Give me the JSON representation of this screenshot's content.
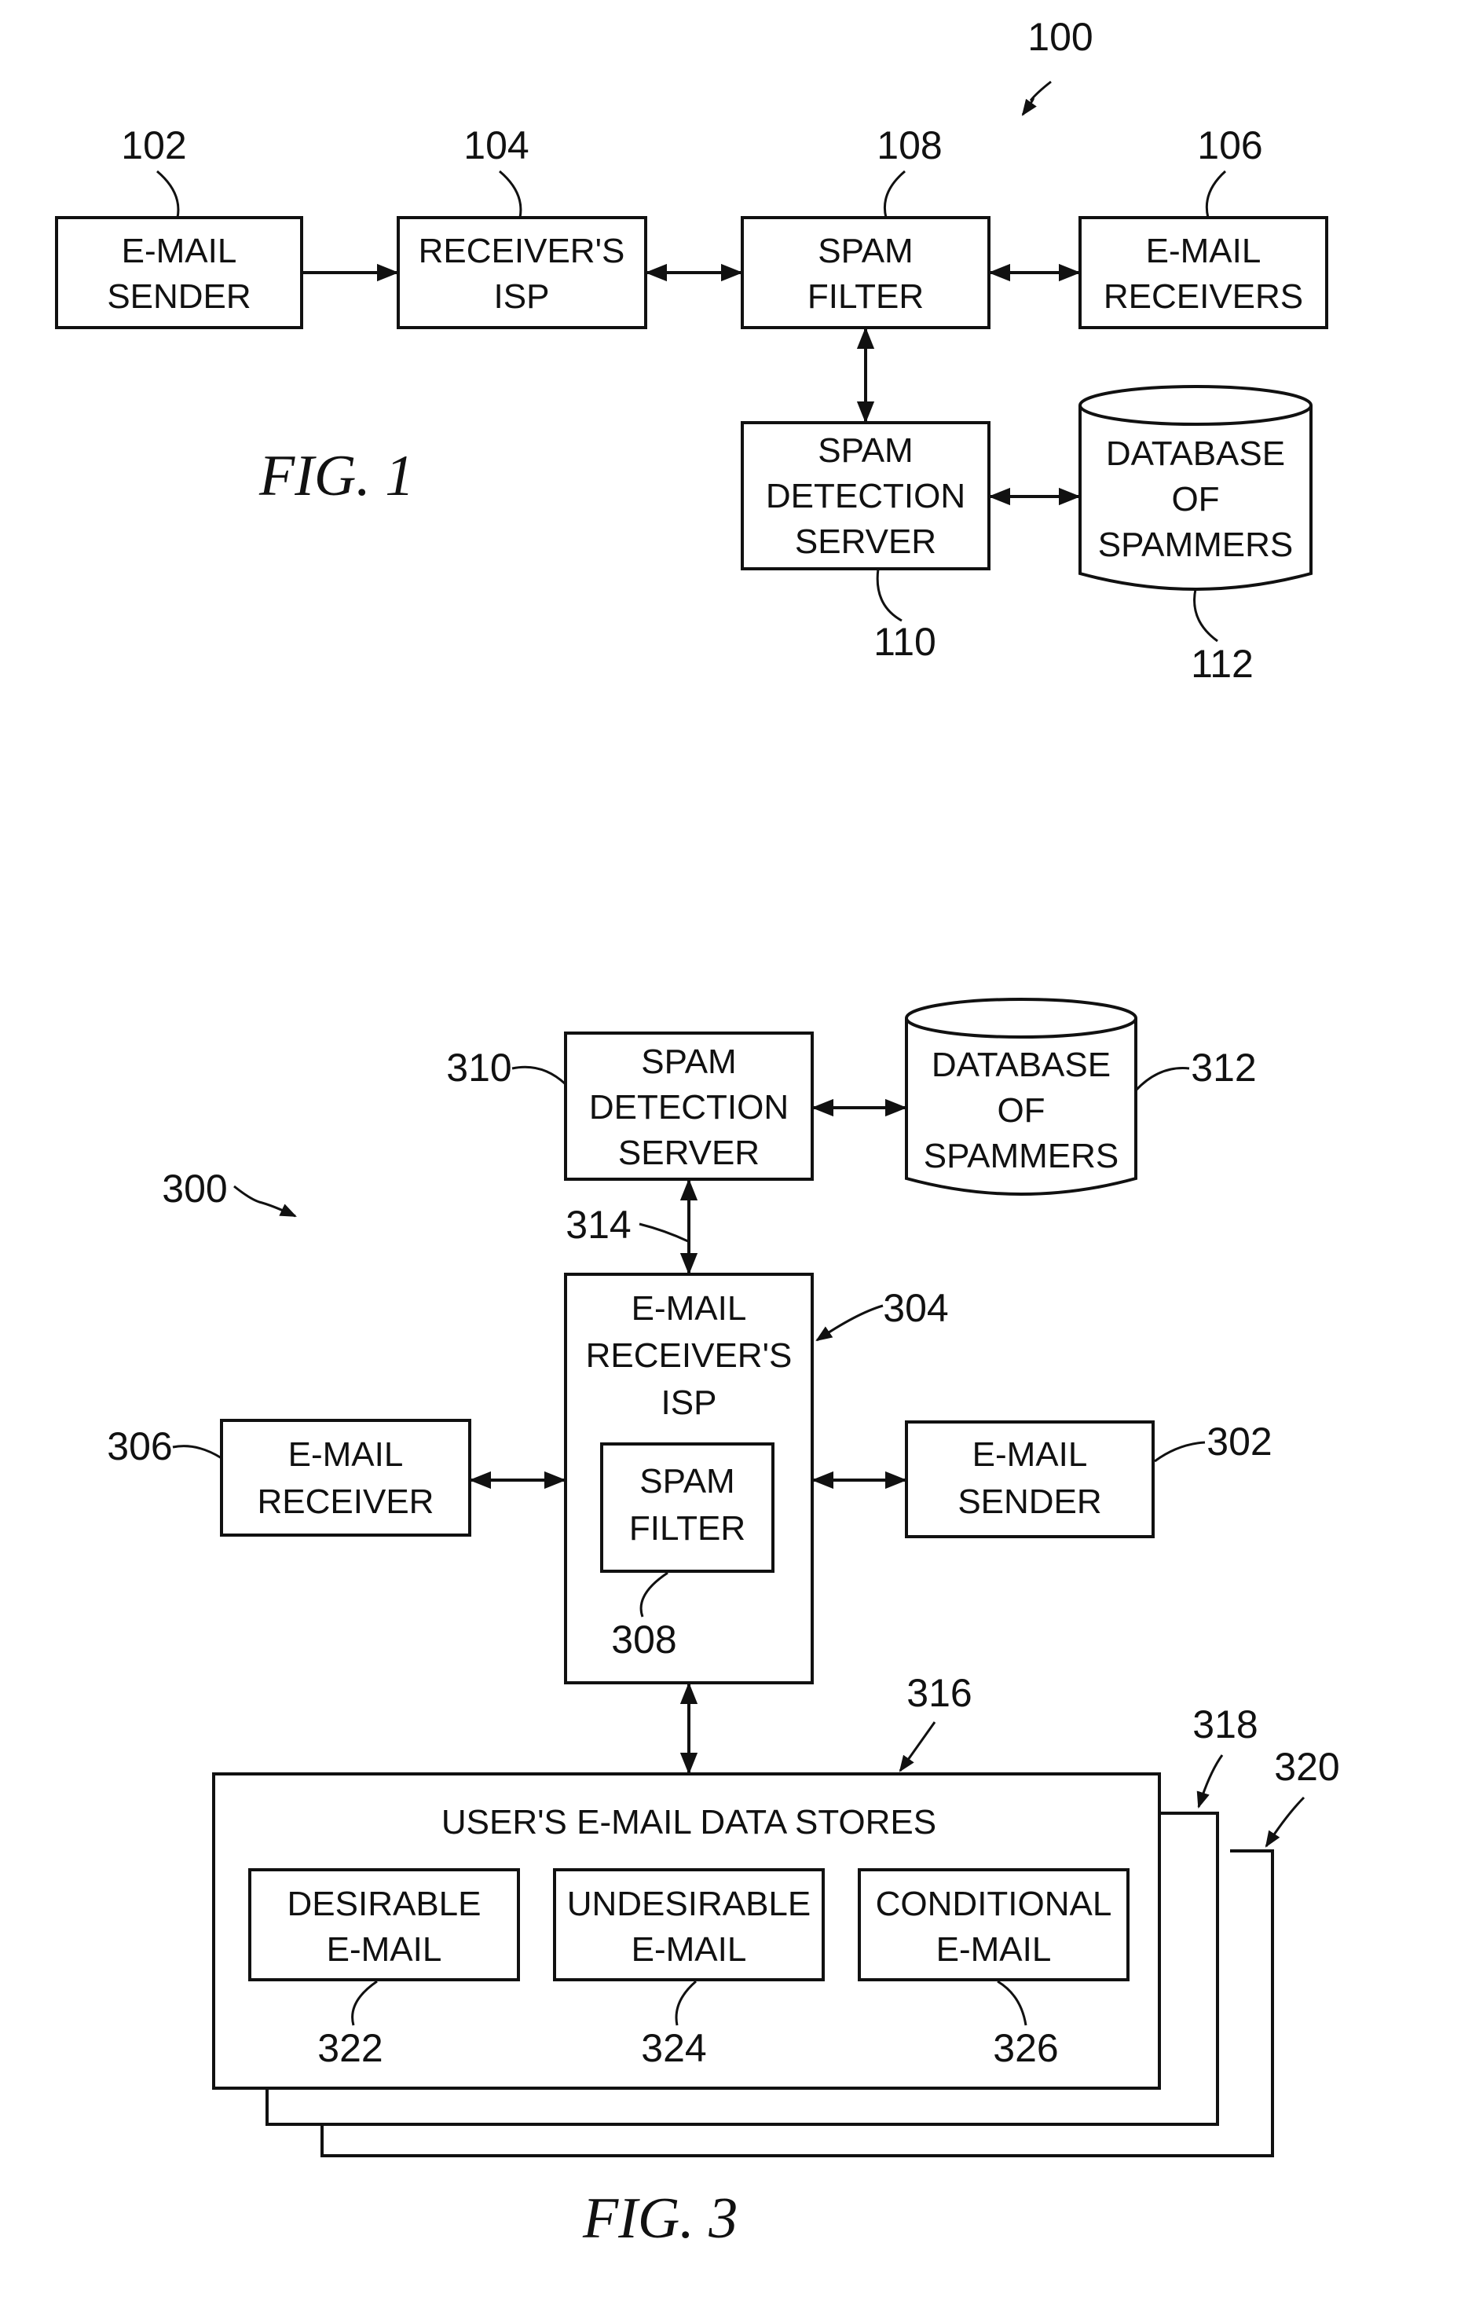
{
  "fig1": {
    "caption": "FIG. 1",
    "system_ref": "100",
    "email_sender": {
      "ref": "102",
      "lines": [
        "E-MAIL",
        "SENDER"
      ]
    },
    "receivers_isp": {
      "ref": "104",
      "lines": [
        "RECEIVER'S",
        "ISP"
      ]
    },
    "spam_filter": {
      "ref": "108",
      "lines": [
        "SPAM",
        "FILTER"
      ]
    },
    "email_receivers": {
      "ref": "106",
      "lines": [
        "E-MAIL",
        "RECEIVERS"
      ]
    },
    "spam_detection_server": {
      "ref": "110",
      "lines": [
        "SPAM",
        "DETECTION",
        "SERVER"
      ]
    },
    "database_of_spammers": {
      "ref": "112",
      "lines": [
        "DATABASE",
        "OF",
        "SPAMMERS"
      ]
    }
  },
  "fig3": {
    "caption": "FIG. 3",
    "system_ref": "300",
    "spam_detection_server": {
      "ref": "310",
      "lines": [
        "SPAM",
        "DETECTION",
        "SERVER"
      ]
    },
    "database_of_spammers": {
      "ref": "312",
      "lines": [
        "DATABASE",
        "OF",
        "SPAMMERS"
      ]
    },
    "link_ref": "314",
    "email_receivers_isp": {
      "ref": "304",
      "lines": [
        "E-MAIL",
        "RECEIVER'S",
        "ISP"
      ]
    },
    "spam_filter": {
      "ref": "308",
      "lines": [
        "SPAM",
        "FILTER"
      ]
    },
    "email_receiver": {
      "ref": "306",
      "lines": [
        "E-MAIL",
        "RECEIVER"
      ]
    },
    "email_sender": {
      "ref": "302",
      "lines": [
        "E-MAIL",
        "SENDER"
      ]
    },
    "data_stores": {
      "ref": "316",
      "title": "USER'S E-MAIL DATA STORES"
    },
    "stack_ref_1": "318",
    "stack_ref_2": "320",
    "desirable": {
      "ref": "322",
      "lines": [
        "DESIRABLE",
        "E-MAIL"
      ]
    },
    "undesirable": {
      "ref": "324",
      "lines": [
        "UNDESIRABLE",
        "E-MAIL"
      ]
    },
    "conditional": {
      "ref": "326",
      "lines": [
        "CONDITIONAL",
        "E-MAIL"
      ]
    }
  }
}
